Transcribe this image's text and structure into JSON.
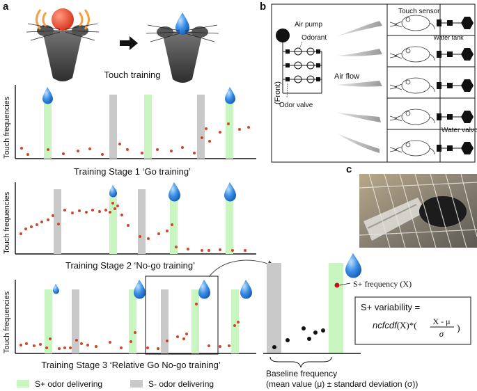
{
  "panel_a": {
    "letter": "a",
    "touch_training": "Touch training",
    "y_axis_label": "Touch frequencies",
    "stage1_title": "Training  Stage 1  ‘Go training’",
    "stage2_title": "Training Stage 2  ‘No-go training’",
    "stage3_title": "Training Stage 3  ‘Relative Go No-go training’",
    "legend_splus": "S+ odor delivering",
    "legend_sminus": "S- odor delivering",
    "color_splus": "#c8f5c0",
    "color_sminus": "#c9c9c9",
    "dot_color": "#d2442a"
  },
  "panel_b": {
    "letter": "b",
    "front": "(Front)",
    "air_pump": "Air pump",
    "odorant": "Odorant",
    "odor_valve": "Odor valve",
    "air_flow": "Air flow",
    "touch_sensor": "Touch sensor",
    "water_tank": "Water tank",
    "water_valve": "Water valve"
  },
  "panel_c": {
    "letter": "c"
  },
  "zoom": {
    "splus_frequency": "S+ frequency (X)",
    "baseline_line1": "Baseline frequency",
    "baseline_line2": "(mean value (μ) ± standard deviation (σ))",
    "variability_label": "S+ variability =",
    "formula_func": "ncfcdf",
    "formula_rest": "(X)*(",
    "formula_num": "X - μ",
    "formula_den": "σ",
    "formula_close": ")"
  }
}
